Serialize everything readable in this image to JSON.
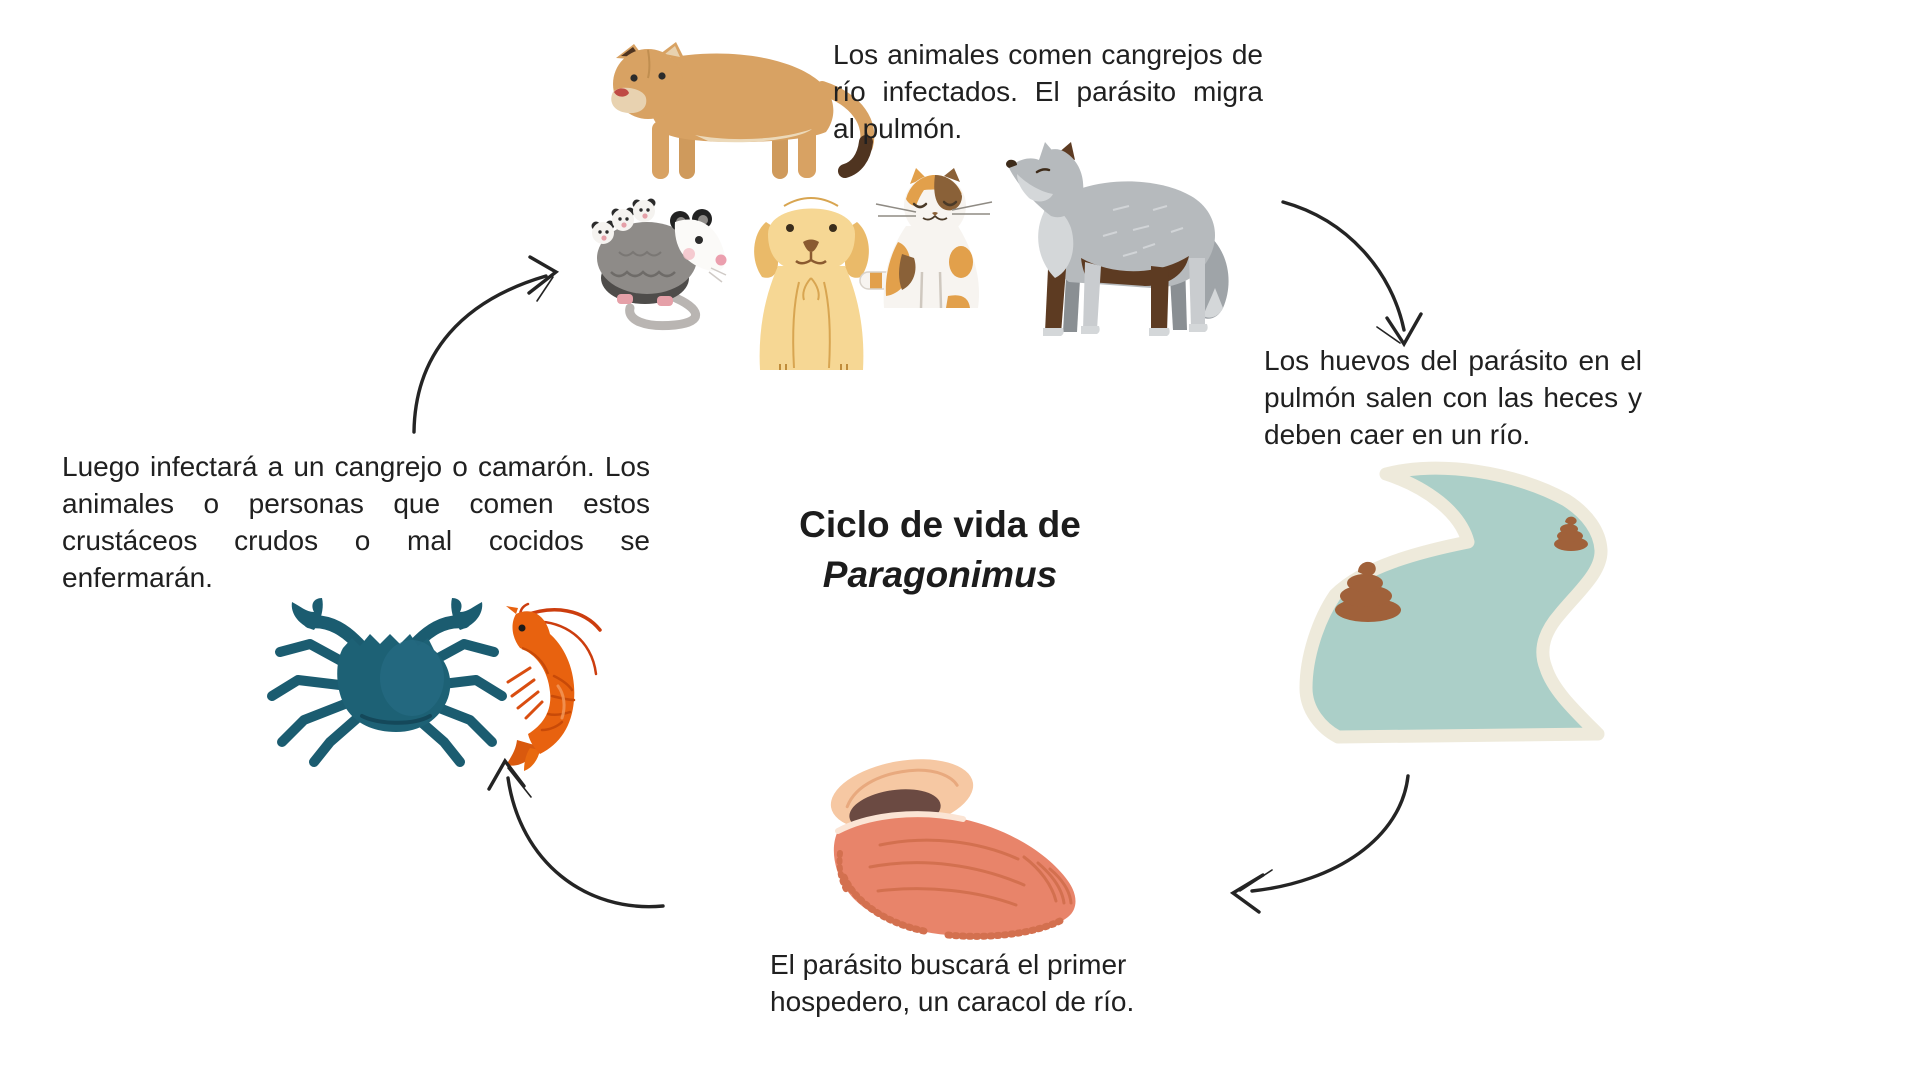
{
  "diagram": {
    "title": {
      "prefix": "Ciclo de vida de",
      "species": "Paragonimus"
    }
  },
  "steps": {
    "animals": {
      "text": "Los animales comen cangrejos de río infectados. El parásito migra al pulmón.",
      "lines": [
        "Los animales comen cangrejos de",
        "río infectados. El parásito migra",
        "al pulmón."
      ]
    },
    "eggs": {
      "text": "Los huevos del parásito en el pulmón salen con las heces y deben caer en un río.",
      "lines": [
        "Los huevos del parásito en el",
        "pulmón salen con las heces y",
        "deben caer en un río."
      ]
    },
    "snail": {
      "text": "El parásito buscará el primer hospedero, un caracol de río.",
      "lines": [
        "El parásito buscará el primer",
        "hospedero, un caracol de río."
      ]
    },
    "crustaceans": {
      "text": "Luego infectará a un cangrejo o camarón. Los animales o personas que comen estos crustáceos crudos o mal cocidos se enfermarán.",
      "lines": [
        "Luego infectará a un cangrejo o camarón. Los",
        "animales o personas que comen estos",
        "crustáceos crudos o mal cocidos se",
        "enfermarán."
      ]
    }
  },
  "illustrations": {
    "hosts": [
      "puma",
      "opossum-with-babies",
      "dog",
      "cat",
      "wolf"
    ],
    "river": "river-with-feces",
    "first_host": "river-snail",
    "second_hosts": [
      "blue-crab",
      "shrimp"
    ]
  },
  "colors": {
    "background": "#ffffff",
    "text": "#202020",
    "arrow": "#242424",
    "river": "#abcfc8",
    "river_edge": "#eeeadb",
    "feces": "#a0613a",
    "snail_shell": "#e8846a",
    "snail_aperture": "#f6c8a3",
    "snail_opening": "#6b4a42",
    "crab": "#1d6175",
    "shrimp": "#e8620f",
    "puma": "#d8a263",
    "dog": "#f6d794",
    "wolf_gray": "#b6babd",
    "wolf_brown": "#5d3b22",
    "cat_orange": "#e2a04b",
    "cat_brown": "#8a6138",
    "opossum_gray": "#8e8b88"
  }
}
